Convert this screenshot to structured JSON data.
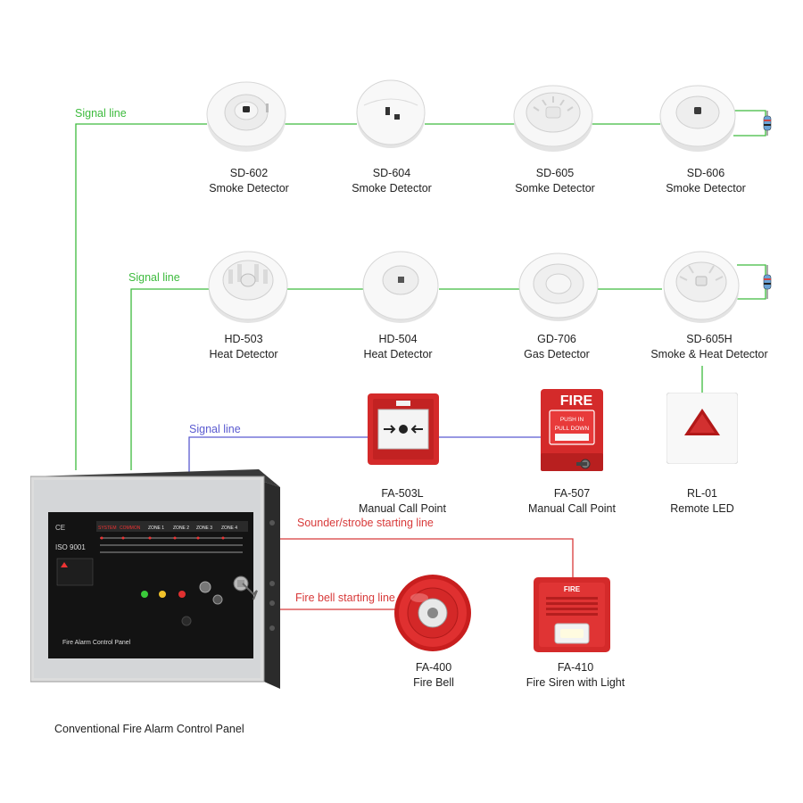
{
  "colors": {
    "signal_green": "#3dbb3d",
    "signal_blue": "#5a5ad0",
    "alarm_red": "#d83a3a",
    "device_red": "#d42a2a"
  },
  "line_labels": {
    "signal_1": "Signal line",
    "signal_2": "Signal line",
    "signal_3": "Signal line",
    "sounder": "Sounder/strobe starting line",
    "bell": "Fire bell starting line"
  },
  "panel": {
    "caption": "Conventional Fire Alarm Control Panel",
    "iso": "ISO 9001",
    "ce": "CE",
    "name": "Fire Alarm Control Panel",
    "headers": [
      "SYSTEM",
      "COMMON",
      "ZONE 1",
      "ZONE 2",
      "ZONE 3",
      "ZONE 4"
    ]
  },
  "devices": [
    {
      "id": "sd602",
      "model": "SD-602",
      "desc": "Smoke Detector"
    },
    {
      "id": "sd604",
      "model": "SD-604",
      "desc": "Smoke Detector"
    },
    {
      "id": "sd605",
      "model": "SD-605",
      "desc": "Somke Detector"
    },
    {
      "id": "sd606",
      "model": "SD-606",
      "desc": "Smoke Detector"
    },
    {
      "id": "hd503",
      "model": "HD-503",
      "desc": "Heat Detector"
    },
    {
      "id": "hd504",
      "model": "HD-504",
      "desc": "Heat Detector"
    },
    {
      "id": "gd706",
      "model": "GD-706",
      "desc": "Gas Detector"
    },
    {
      "id": "sd605h",
      "model": "SD-605H",
      "desc": "Smoke & Heat Detector"
    },
    {
      "id": "fa503l",
      "model": "FA-503L",
      "desc": "Manual Call Point"
    },
    {
      "id": "fa507",
      "model": "FA-507",
      "desc": "Manual Call Point"
    },
    {
      "id": "rl01",
      "model": "RL-01",
      "desc": "Remote LED"
    },
    {
      "id": "fa400",
      "model": "FA-400",
      "desc": "Fire Bell"
    },
    {
      "id": "fa410",
      "model": "FA-410",
      "desc": "Fire Siren with Light"
    }
  ],
  "device_text": {
    "fire_sign": "FIRE",
    "push_text": "PUSH IN",
    "pull_text": "PULL DOWN",
    "siren_text": "FIRE"
  }
}
